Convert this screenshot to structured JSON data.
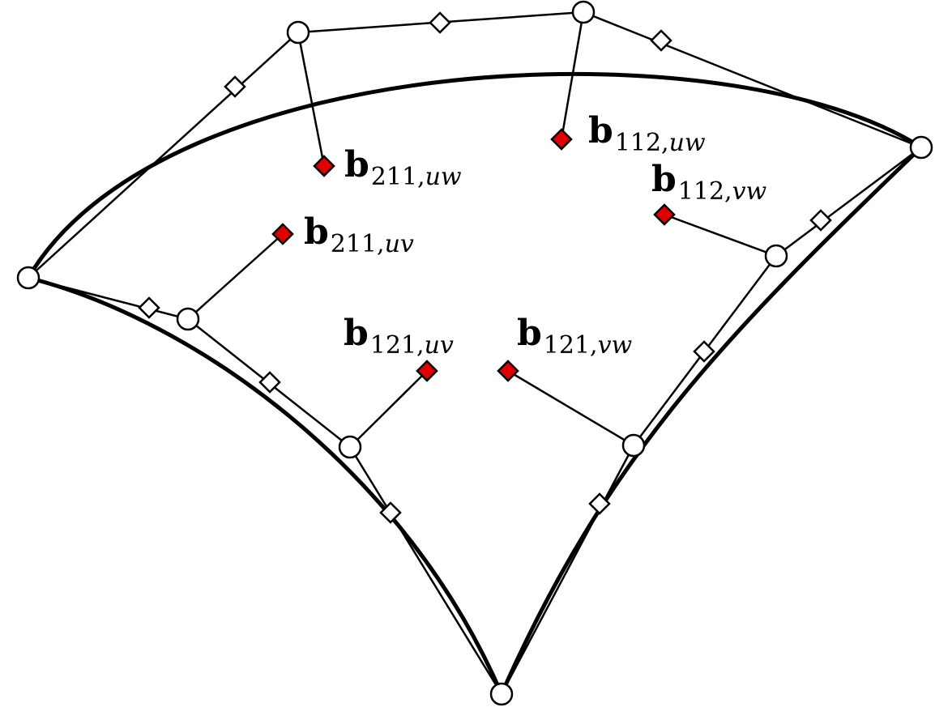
{
  "diagram": {
    "labels": {
      "b211uw": {
        "symbol": "b",
        "index": "211,",
        "vars": "uw"
      },
      "b112uw": {
        "symbol": "b",
        "index": "112,",
        "vars": "uw"
      },
      "b112vw": {
        "symbol": "b",
        "index": "112,",
        "vars": "vw"
      },
      "b211uv": {
        "symbol": "b",
        "index": "211,",
        "vars": "uv"
      },
      "b121uv": {
        "symbol": "b",
        "index": "121,",
        "vars": "uv"
      },
      "b121vw": {
        "symbol": "b",
        "index": "121,",
        "vars": "vw"
      }
    },
    "colors": {
      "stroke": "#000000",
      "open_marker_fill": "#ffffff",
      "interior_point_fill": "#e00000"
    }
  }
}
